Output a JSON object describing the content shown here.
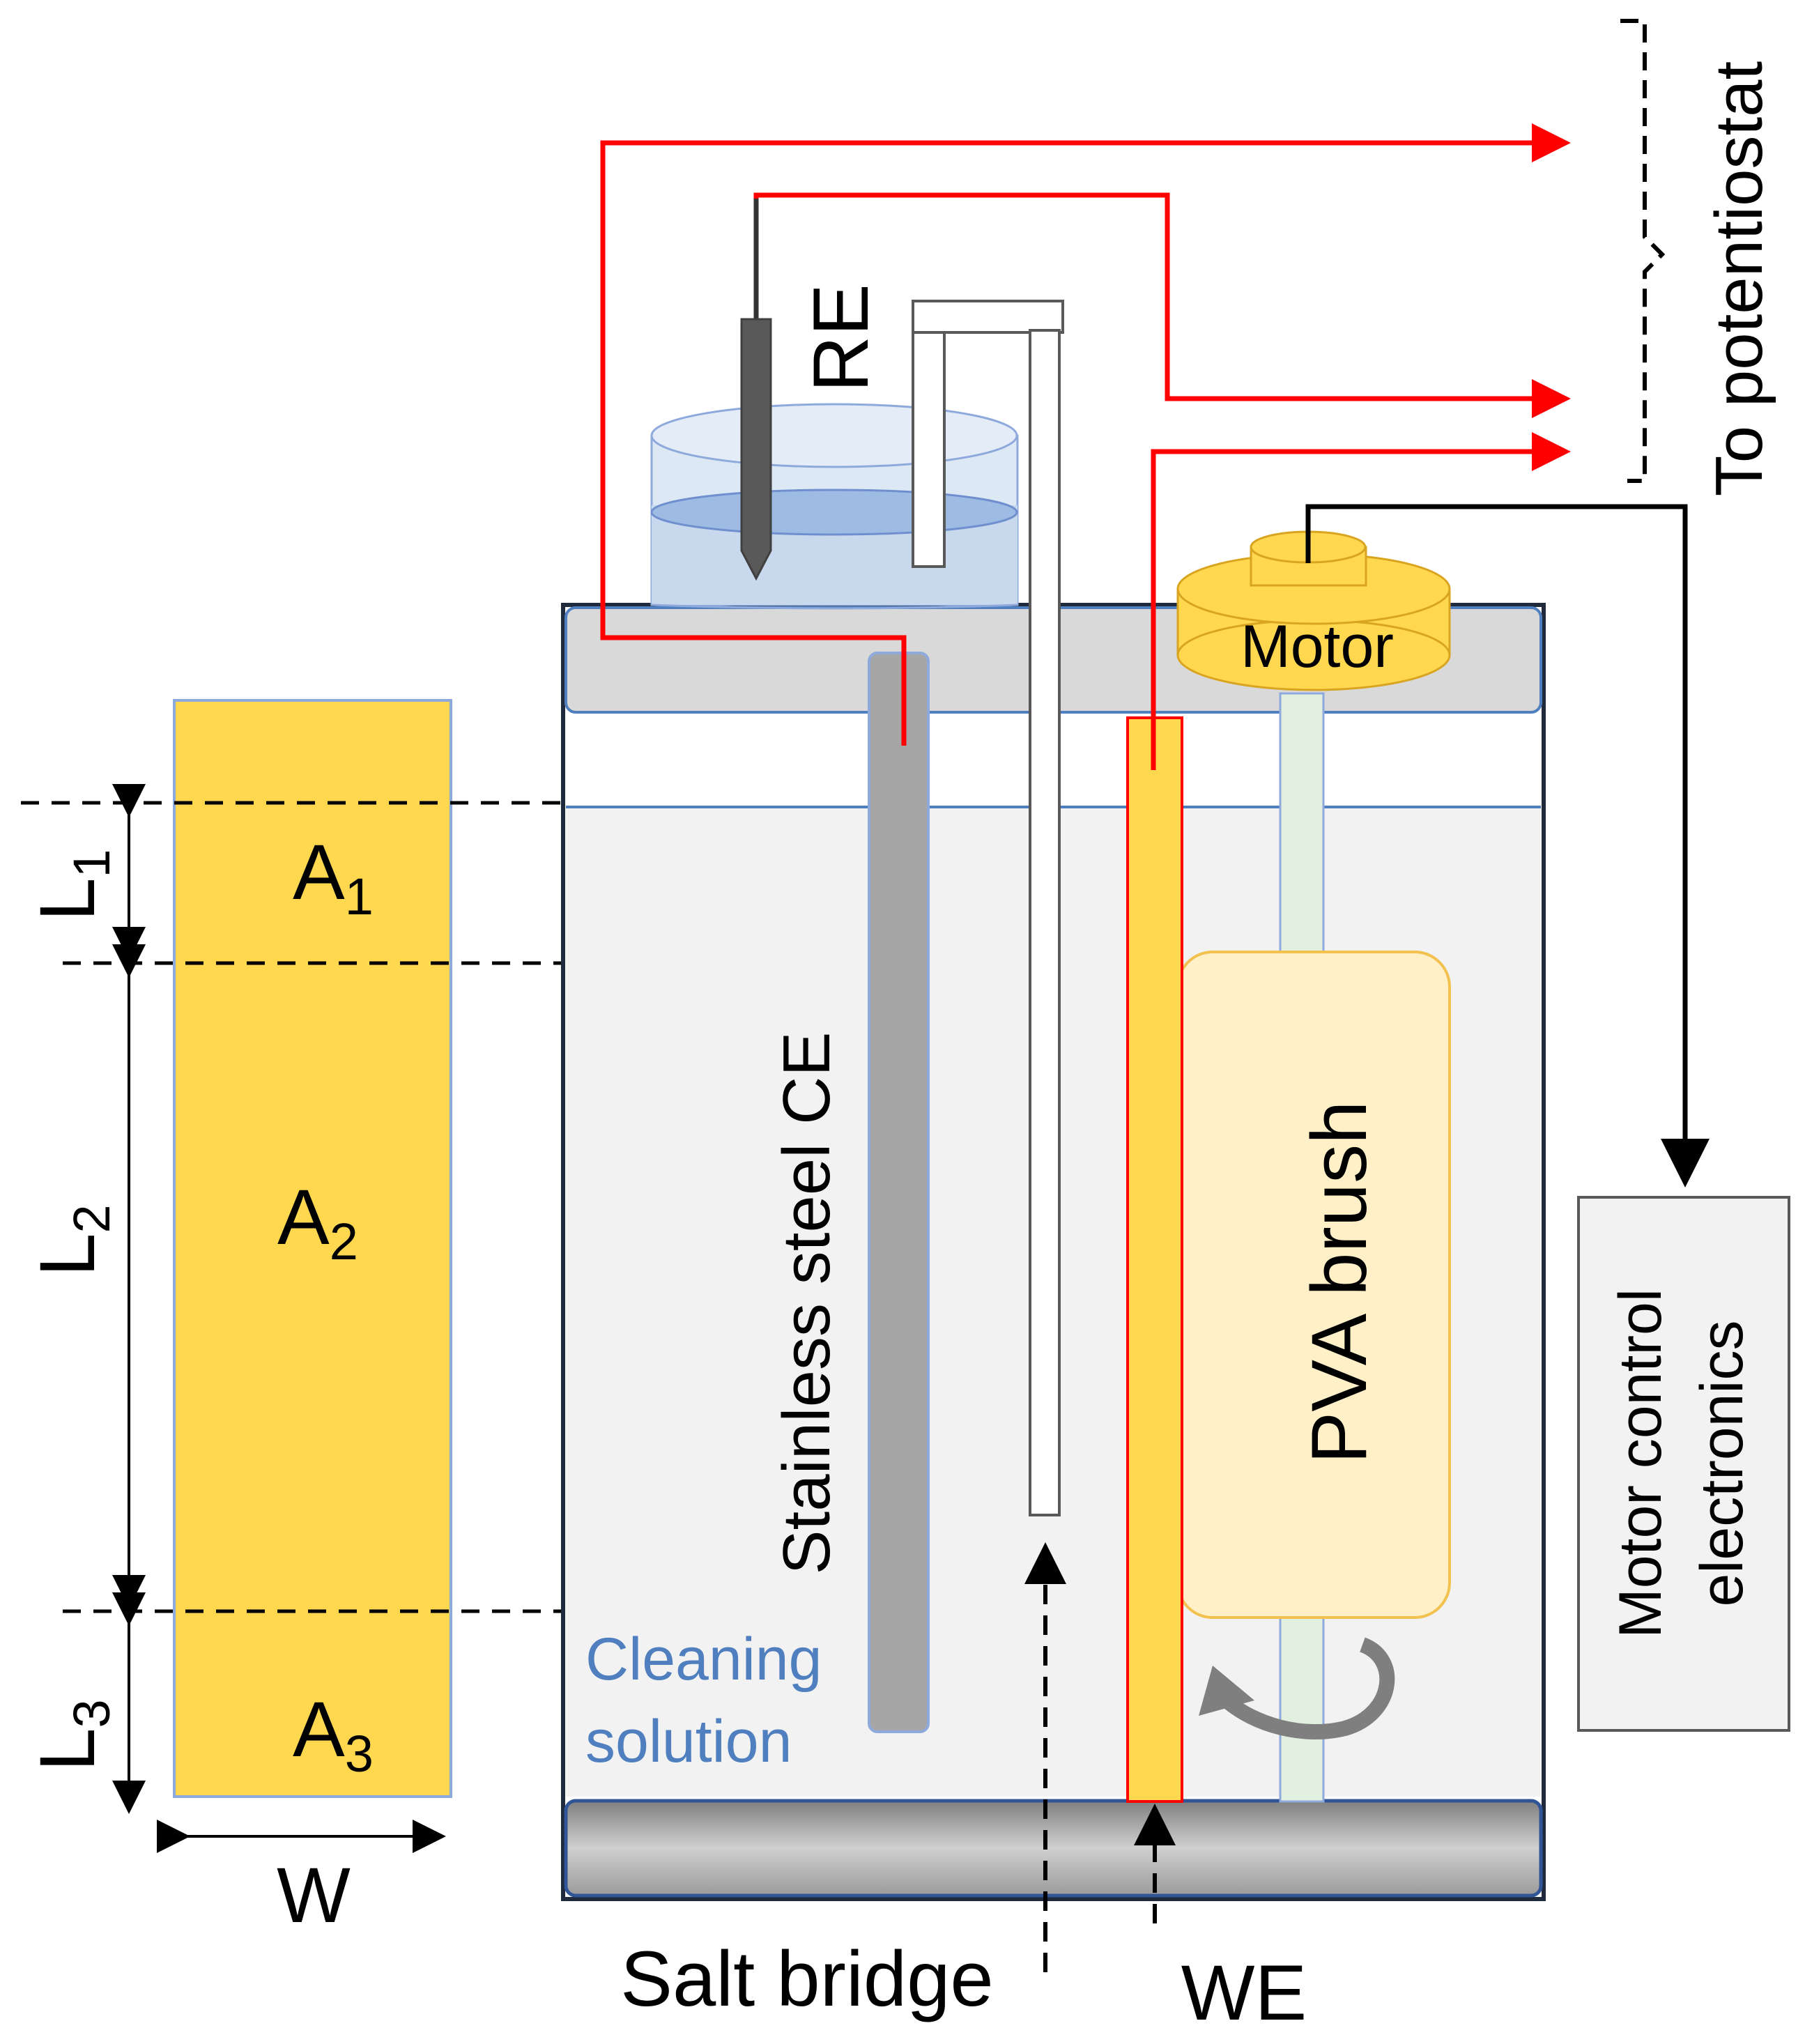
{
  "labels": {
    "to_potentiostat": "To potentiostat",
    "re": "RE",
    "motor": "Motor",
    "motor_control": [
      "Motor control",
      "electronics"
    ],
    "stainless_ce": "Stainless steel CE",
    "pva_brush": "PVA brush",
    "cleaning_solution": [
      "Cleaning",
      "solution"
    ],
    "salt_bridge": "Salt bridge",
    "we": "WE",
    "width": "W"
  },
  "regions": [
    {
      "area": "A",
      "area_sub": "1",
      "length": "L",
      "length_sub": "1"
    },
    {
      "area": "A",
      "area_sub": "2",
      "length": "L",
      "length_sub": "2"
    },
    {
      "area": "A",
      "area_sub": "3",
      "length": "L",
      "length_sub": "3"
    }
  ],
  "colors": {
    "electrode_gold": "#FFD84F",
    "wire_red": "#FF0000",
    "solution_blue": "#4F7FBF",
    "tank_grey": "#F2F2F2",
    "lid_grey": "#D9D9D9",
    "ce_grey": "#A6A6A6",
    "brush_fill": "#FFF0C8",
    "shaft_green": "#E2F0E0"
  }
}
